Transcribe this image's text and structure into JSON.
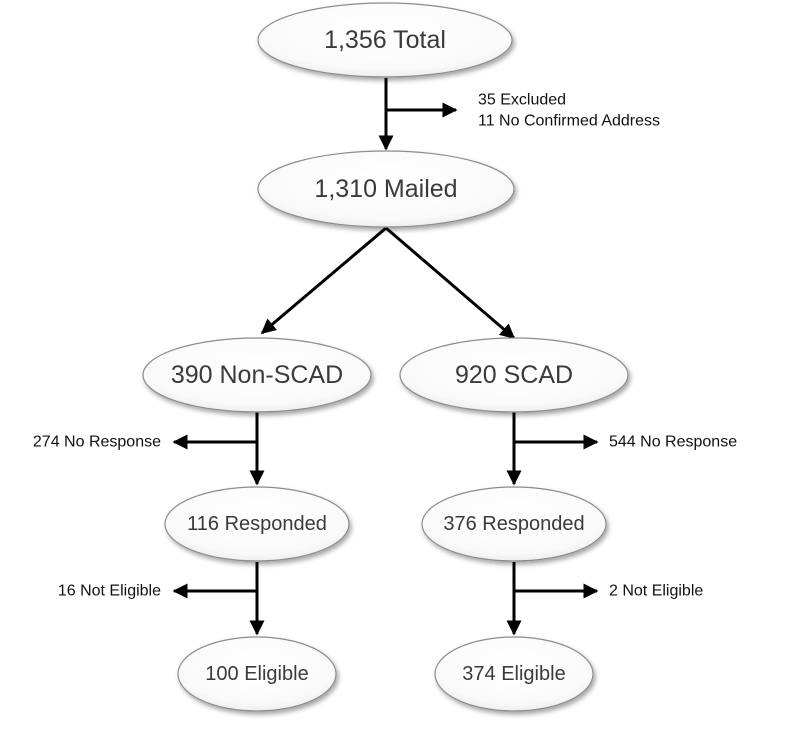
{
  "nodes": {
    "total": "1,356 Total",
    "mailed": "1,310 Mailed",
    "non_scad": "390 Non-SCAD",
    "scad": "920 SCAD",
    "non_scad_responded": "116 Responded",
    "scad_responded": "376 Responded",
    "non_scad_eligible": "100 Eligible",
    "scad_eligible": "374 Eligible"
  },
  "exclusions": {
    "excluded": "35 Excluded",
    "no_address": "11 No Confirmed Address",
    "non_scad_no_response": "274 No Response",
    "scad_no_response": "544 No Response",
    "non_scad_not_eligible": "16 Not Eligible",
    "scad_not_eligible": "2 Not Eligible"
  }
}
